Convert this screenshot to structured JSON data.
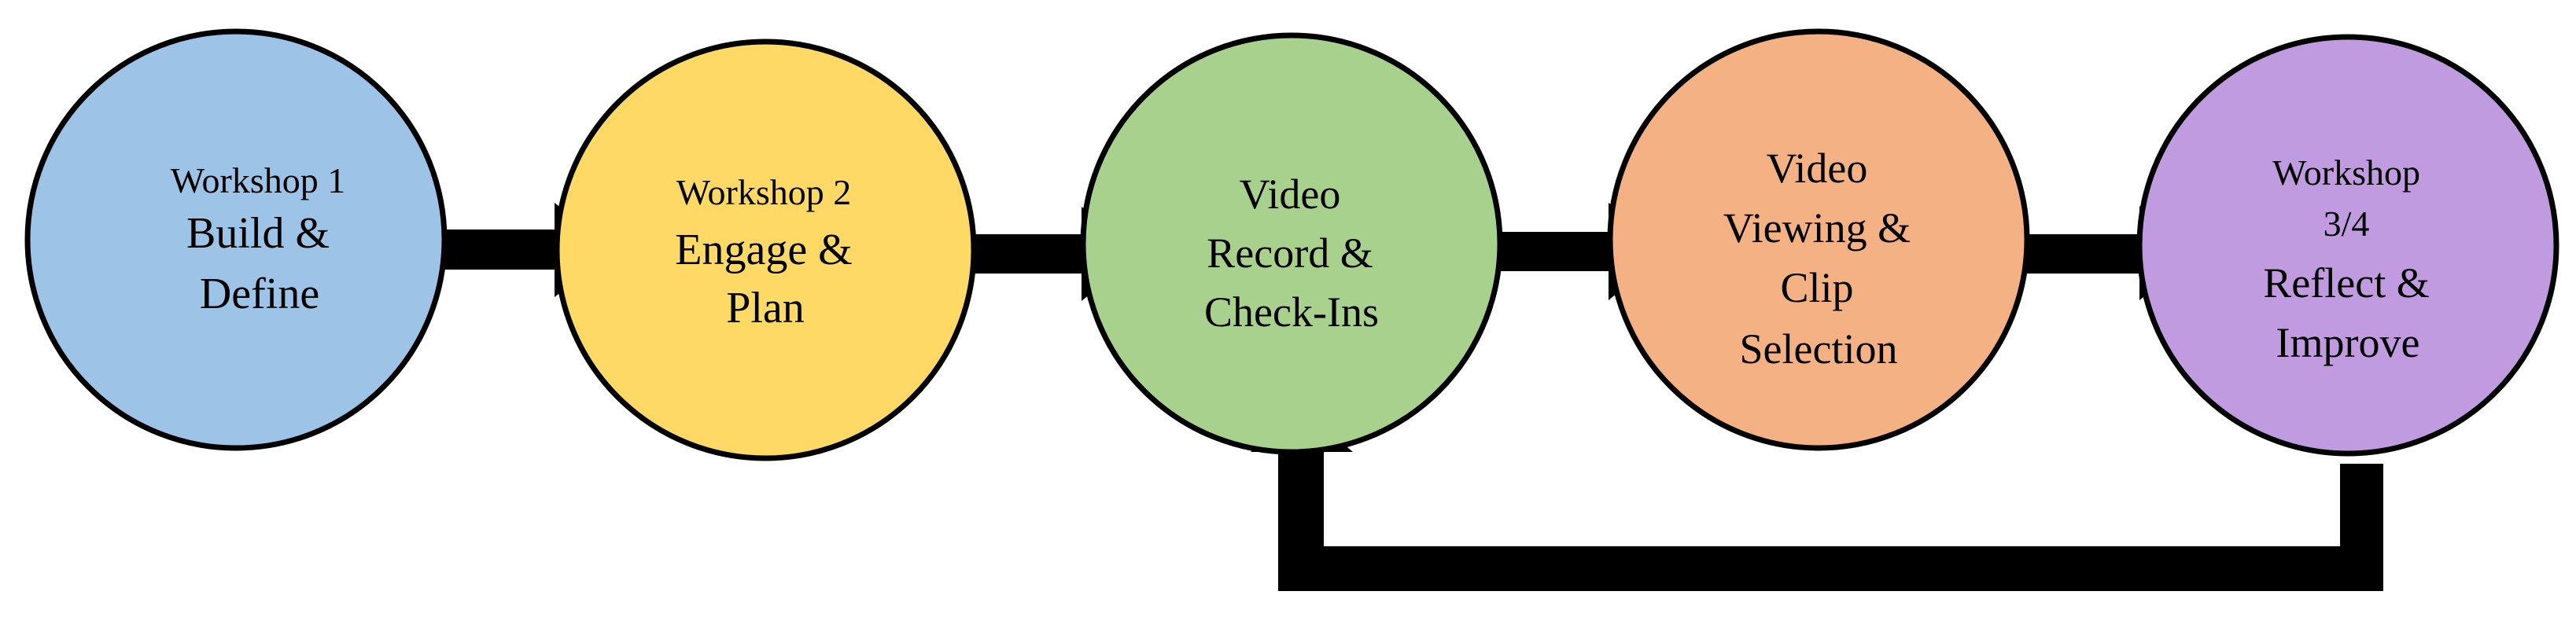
{
  "diagram": {
    "nodes": [
      {
        "id": "workshop-1",
        "lines": [
          "Workshop 1",
          "Build &",
          "Define"
        ],
        "color": "#9DC3E6"
      },
      {
        "id": "workshop-2",
        "lines": [
          "Workshop 2",
          "Engage &",
          "Plan"
        ],
        "color": "#FFD966"
      },
      {
        "id": "video-record",
        "lines": [
          "Video",
          "Record &",
          "Check-Ins"
        ],
        "color": "#A9D18E"
      },
      {
        "id": "video-viewing",
        "lines": [
          "Video",
          "Viewing &",
          "Clip",
          "Selection"
        ],
        "color": "#F4B183"
      },
      {
        "id": "workshop-3-4",
        "lines": [
          "Workshop",
          "3/4",
          "Reflect &",
          "Improve"
        ],
        "color": "#C09BDF"
      }
    ],
    "edges": [
      {
        "from": "workshop-1",
        "to": "workshop-2"
      },
      {
        "from": "workshop-2",
        "to": "video-record"
      },
      {
        "from": "video-record",
        "to": "video-viewing"
      },
      {
        "from": "video-viewing",
        "to": "workshop-3-4"
      },
      {
        "from": "workshop-3-4",
        "to": "video-record",
        "kind": "feedback-loop"
      }
    ],
    "arrow_color": "#000000"
  }
}
